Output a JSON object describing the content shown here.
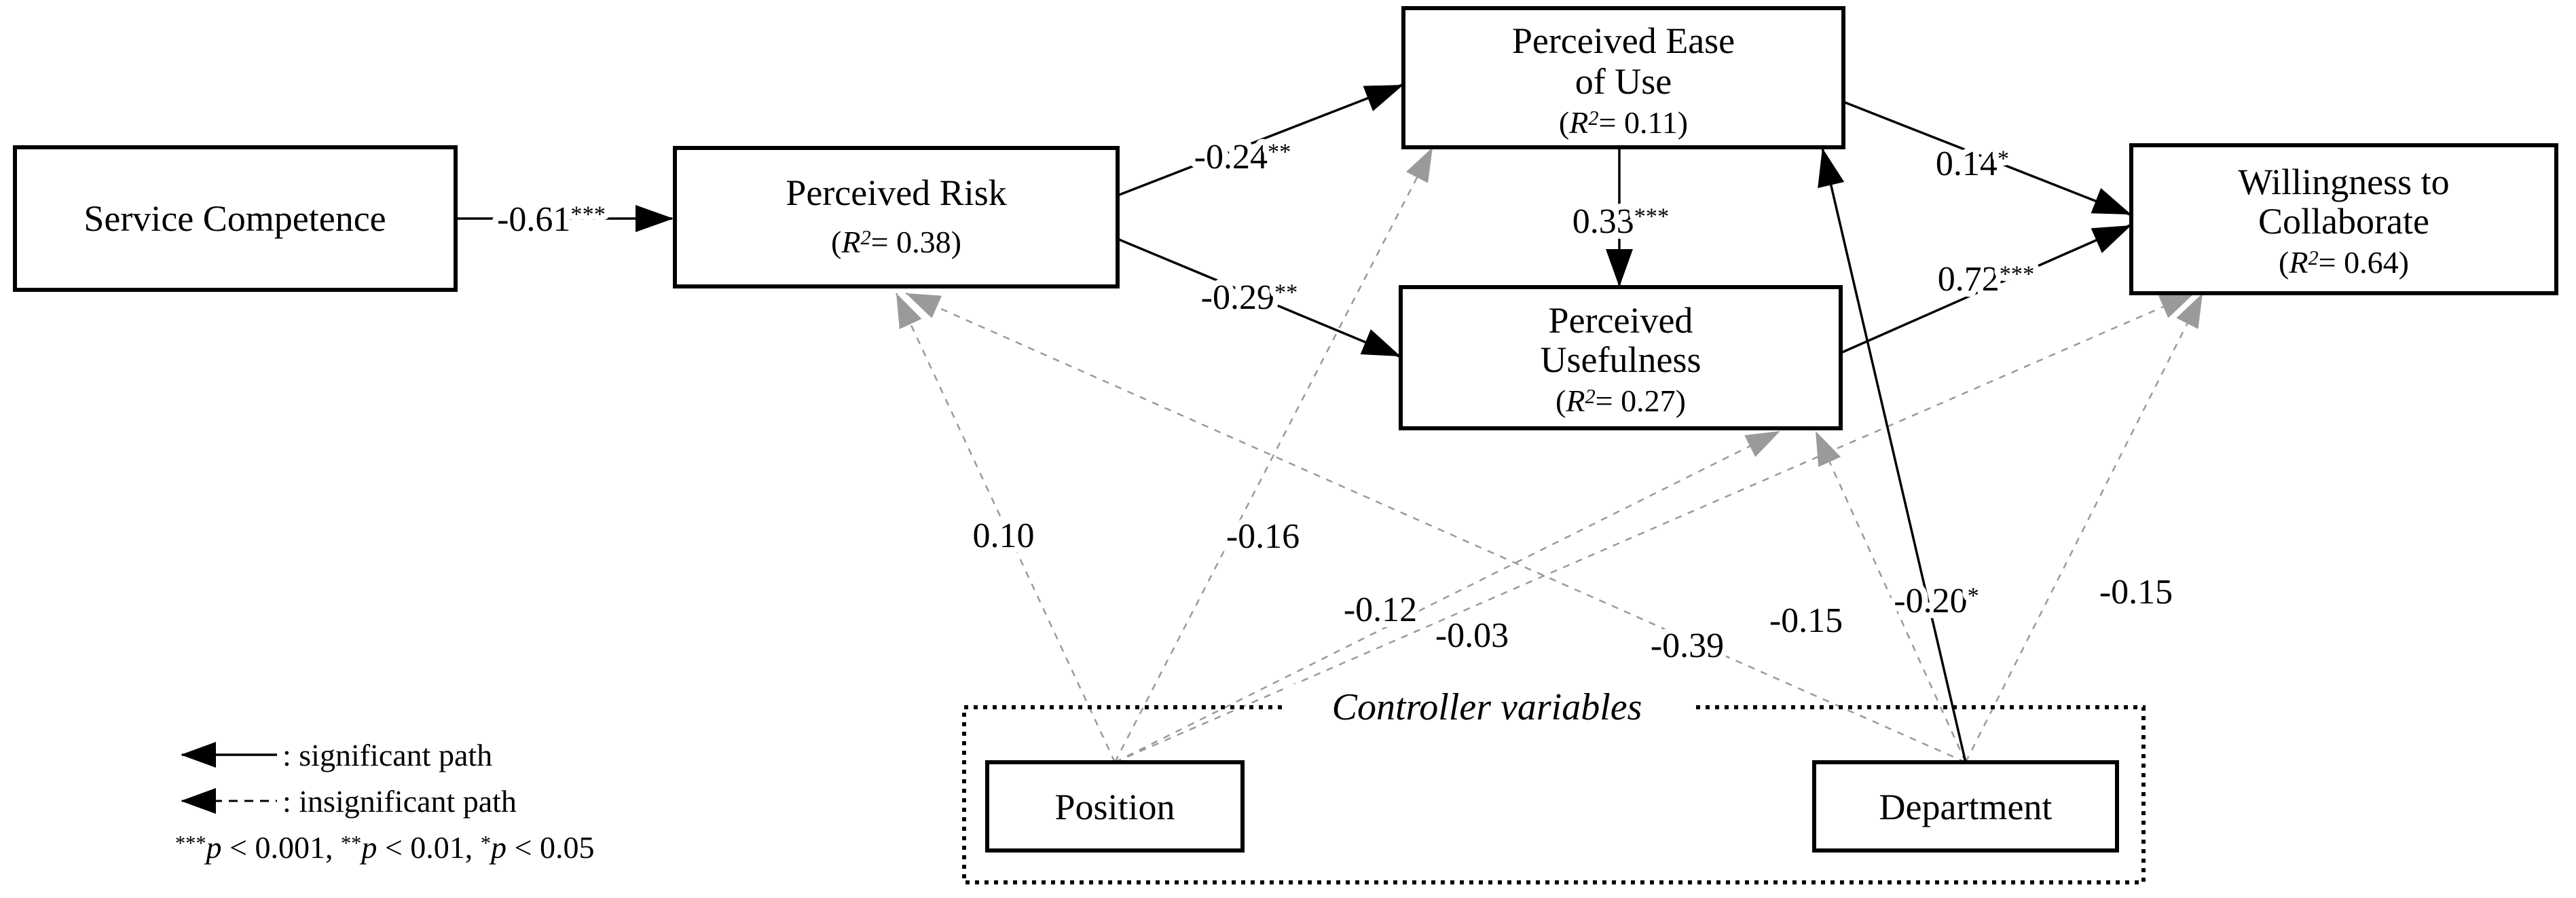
{
  "figure": {
    "type": "sem-path-diagram",
    "nodes": {
      "service_competence": {
        "label_lines": [
          "Service Competence"
        ]
      },
      "perceived_risk": {
        "label_lines": [
          "Perceived Risk"
        ],
        "r2": [
          {
            "t": "("
          },
          {
            "t": "R",
            "i": true
          },
          {
            "t": "2",
            "sup": true,
            "i": true
          },
          {
            "t": "= 0.38)"
          }
        ]
      },
      "perceived_ease_of_use": {
        "label_lines": [
          "Perceived Ease",
          "of Use"
        ],
        "r2": [
          {
            "t": "("
          },
          {
            "t": "R",
            "i": true
          },
          {
            "t": "2",
            "sup": true,
            "i": true
          },
          {
            "t": "= 0.11)"
          }
        ]
      },
      "perceived_usefulness": {
        "label_lines": [
          "Perceived",
          "Usefulness"
        ],
        "r2": [
          {
            "t": "("
          },
          {
            "t": "R",
            "i": true
          },
          {
            "t": "2",
            "sup": true,
            "i": true
          },
          {
            "t": "= 0.27)"
          }
        ]
      },
      "willingness_to_collaborate": {
        "label_lines": [
          "Willingness to",
          "Collaborate"
        ],
        "r2": [
          {
            "t": "("
          },
          {
            "t": "R",
            "i": true
          },
          {
            "t": "2",
            "sup": true,
            "i": true
          },
          {
            "t": "= 0.64)"
          }
        ]
      },
      "position": {
        "label_lines": [
          "Position"
        ]
      },
      "department": {
        "label_lines": [
          "Department"
        ]
      }
    },
    "paths": {
      "sc_to_pr": {
        "from": "Service Competence",
        "to": "Perceived Risk",
        "significant": true,
        "coef": [
          {
            "t": "-0.61"
          },
          {
            "t": "***",
            "sup": true
          }
        ]
      },
      "pr_to_peou": {
        "from": "Perceived Risk",
        "to": "Perceived Ease of Use",
        "significant": true,
        "coef": [
          {
            "t": "-0.24"
          },
          {
            "t": "**",
            "sup": true
          }
        ]
      },
      "pr_to_pu": {
        "from": "Perceived Risk",
        "to": "Perceived Usefulness",
        "significant": true,
        "coef": [
          {
            "t": "-0.29"
          },
          {
            "t": "**",
            "sup": true
          }
        ]
      },
      "peou_to_pu": {
        "from": "Perceived Ease of Use",
        "to": "Perceived Usefulness",
        "significant": true,
        "coef": [
          {
            "t": "0.33"
          },
          {
            "t": "***",
            "sup": true
          }
        ]
      },
      "peou_to_wtc": {
        "from": "Perceived Ease of Use",
        "to": "Willingness to Collaborate",
        "significant": true,
        "coef": [
          {
            "t": "0.14"
          },
          {
            "t": "*",
            "sup": true
          }
        ]
      },
      "pu_to_wtc": {
        "from": "Perceived Usefulness",
        "to": "Willingness to Collaborate",
        "significant": true,
        "coef": [
          {
            "t": "0.72"
          },
          {
            "t": "***",
            "sup": true
          }
        ]
      },
      "dept_to_peou": {
        "from": "Department",
        "to": "Perceived Ease of Use",
        "significant": true,
        "coef": [
          {
            "t": "-0.20"
          },
          {
            "t": "*",
            "sup": true
          }
        ]
      },
      "pos_to_pr": {
        "from": "Position",
        "to": "Perceived Risk",
        "significant": false,
        "coef": "0.10"
      },
      "pos_to_peou": {
        "from": "Position",
        "to": "Perceived Ease of Use",
        "significant": false,
        "coef": "-0.16"
      },
      "pos_to_pu": {
        "from": "Position",
        "to": "Perceived Usefulness",
        "significant": false,
        "coef": "-0.12"
      },
      "pos_to_wtc": {
        "from": "Position",
        "to": "Willingness to Collaborate",
        "significant": false,
        "coef": "-0.03"
      },
      "dept_to_pr": {
        "from": "Department",
        "to": "Perceived Risk",
        "significant": false,
        "coef": "-0.39"
      },
      "dept_to_pu": {
        "from": "Department",
        "to": "Perceived Usefulness",
        "significant": false,
        "coef": "-0.15"
      },
      "dept_to_wtc": {
        "from": "Department",
        "to": "Willingness to Collaborate",
        "significant": false,
        "coef": "-0.15"
      }
    },
    "controller_group": {
      "title": "Controller variables",
      "members": [
        "Position",
        "Department"
      ]
    },
    "legend": {
      "significant_label": ": significant path",
      "insignificant_label": ": insignificant path",
      "pvalue_note": [
        {
          "t": "***",
          "sup": true
        },
        {
          "t": "p",
          "i": true
        },
        {
          "t": " < 0.001, "
        },
        {
          "t": "**",
          "sup": true
        },
        {
          "t": "p",
          "i": true
        },
        {
          "t": " < 0.01, "
        },
        {
          "t": "*",
          "sup": true
        },
        {
          "t": "p",
          "i": true
        },
        {
          "t": " < 0.05"
        }
      ]
    },
    "colors": {
      "significant_path": "#000000",
      "insignificant_path": "#9a9a9a",
      "node_border": "#000000",
      "background": "#ffffff"
    }
  }
}
